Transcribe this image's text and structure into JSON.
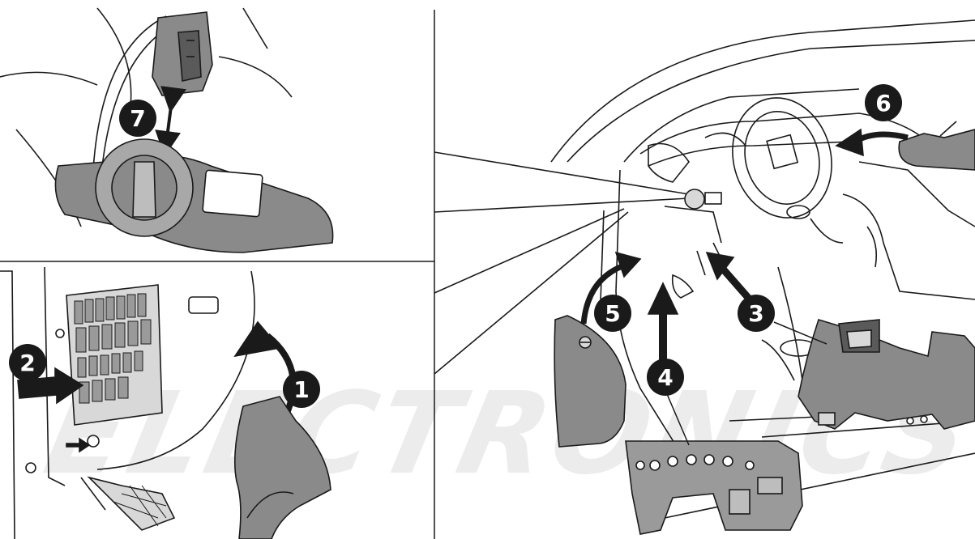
{
  "watermark": {
    "line1": "ELECTRONICS"
  },
  "callouts": [
    {
      "id": "1",
      "label": "1"
    },
    {
      "id": "2",
      "label": "2"
    },
    {
      "id": "3",
      "label": "3"
    },
    {
      "id": "4",
      "label": "4"
    },
    {
      "id": "5",
      "label": "5"
    },
    {
      "id": "6",
      "label": "6"
    },
    {
      "id": "7",
      "label": "7"
    }
  ],
  "colors": {
    "line": "#1a1a1a",
    "part_fill": "#8a8a8a",
    "part_dark": "#5a5a5a",
    "callout_bg": "#1a1a1a",
    "callout_text": "#ffffff",
    "watermark": "#ececec"
  }
}
